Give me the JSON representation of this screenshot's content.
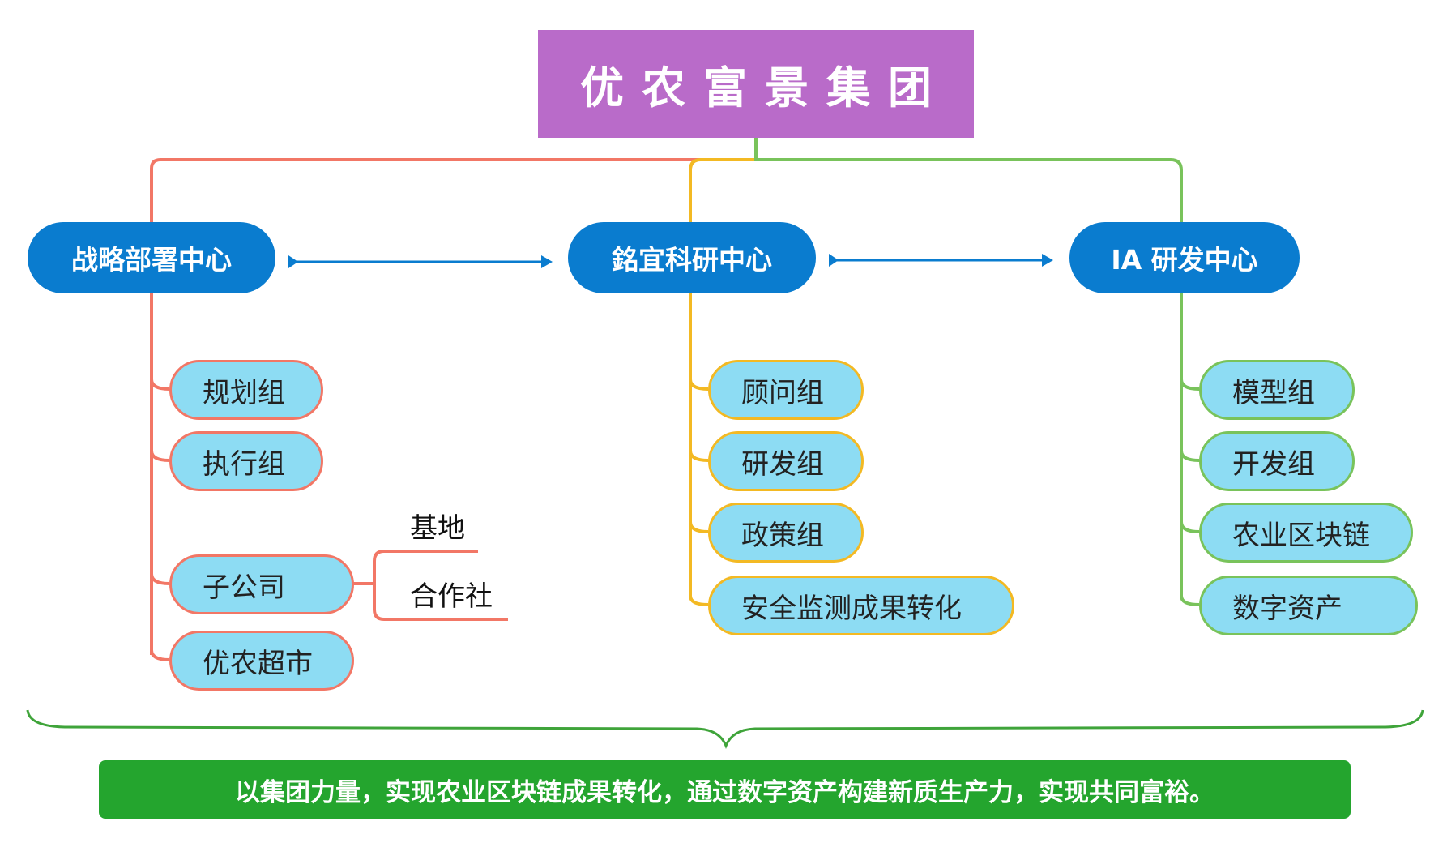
{
  "title": "优农富景集团",
  "centers": [
    {
      "label": "战略部署中心"
    },
    {
      "label": "銘宜科研中心"
    },
    {
      "label": "IA 研发中心"
    }
  ],
  "strategy_groups": [
    "规划组",
    "执行组",
    "子公司",
    "优农超市"
  ],
  "subsidiary_children": [
    "基地",
    "合作社"
  ],
  "research_groups": [
    "顾问组",
    "研发组",
    "政策组",
    "安全监测成果转化"
  ],
  "ia_groups": [
    "模型组",
    "开发组",
    "农业区块链",
    "数字资产"
  ],
  "banner": "以集团力量，实现农业区块链成果转化，通过数字资产构建新质生产力，实现共同富裕。",
  "colors": {
    "root": "#b96bc9",
    "center": "#0a7ccf",
    "node_fill": "#8ddcf3",
    "branch_red": "#f27766",
    "branch_orange": "#f3b923",
    "branch_green": "#79c35b",
    "arrow": "#0a7ccf",
    "banner": "#24a52e",
    "brace": "#3fa43a"
  }
}
